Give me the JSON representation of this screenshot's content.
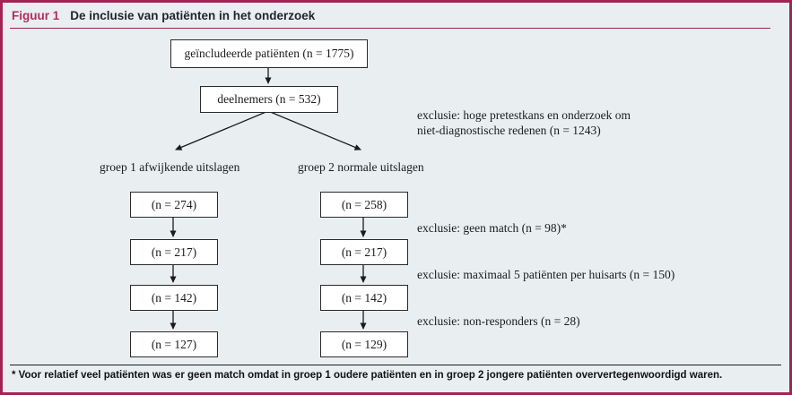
{
  "figure": {
    "label": "Figuur 1",
    "title": "De inclusie van patiënten in het onderzoek"
  },
  "flow": {
    "included_box": "geïncludeerde patiënten (n = 1775)",
    "participants_box": "deelnemers (n = 532)",
    "exclusion_top_line1": "exclusie: hoge pretestkans en onderzoek om",
    "exclusion_top_line2": "niet-diagnostische redenen (n = 1243)",
    "group1": {
      "label": "groep 1 afwijkende uitslagen",
      "boxes": [
        "(n = 274)",
        "(n = 217)",
        "(n = 142)",
        "(n = 127)"
      ]
    },
    "group2": {
      "label": "groep 2 normale uitslagen",
      "boxes": [
        "(n = 258)",
        "(n = 217)",
        "(n = 142)",
        "(n = 129)"
      ]
    },
    "exclusions": [
      "exclusie: geen match (n = 98)*",
      "exclusie: maximaal 5 patiënten per huisarts (n = 150)",
      "exclusie: non-responders (n = 28)"
    ]
  },
  "footnote": "* Voor relatief veel patiënten was er geen match omdat in groep 1 oudere patiënten en in groep 2 jongere patiënten oververtegenwoordigd waren.",
  "colors": {
    "accent": "#a32354",
    "background": "#e9eff1",
    "box_fill": "#ffffff",
    "line": "#1b1b1b"
  }
}
